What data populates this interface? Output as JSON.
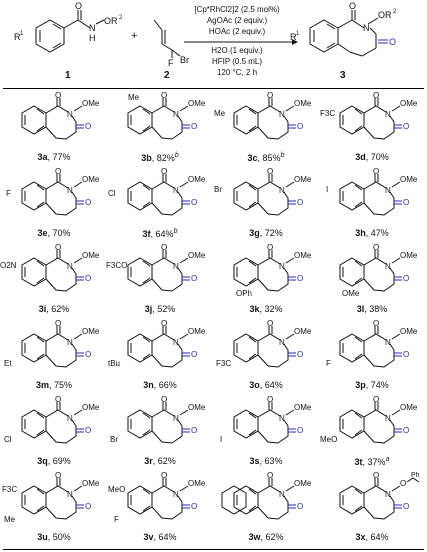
{
  "scheme": {
    "reactant1_label": "1",
    "reactant2_label": "2",
    "product_label": "3",
    "r1": "R",
    "r1_sup": "1",
    "or2": "OR",
    "or2_sup": "2",
    "plus": "+",
    "conditions": [
      "[Cp*RhCl2]2 (2.5 mol%)",
      "AgOAc (2 equiv.)",
      "HOAc (2 equiv.)",
      "H2O (1 equiv.)",
      "HFIP (0.5 mL)",
      "120 °C, 2 h"
    ],
    "atom_labels": {
      "O": "O",
      "N": "N",
      "H": "H",
      "F": "F",
      "Br": "Br"
    }
  },
  "compounds": [
    {
      "id": "3a",
      "yield": "77%",
      "note": ""
    },
    {
      "id": "3b",
      "yield": "82%",
      "note": "b"
    },
    {
      "id": "3c",
      "yield": "85%",
      "note": "b"
    },
    {
      "id": "3d",
      "yield": "70%",
      "note": ""
    },
    {
      "id": "3e",
      "yield": "70%",
      "note": ""
    },
    {
      "id": "3f",
      "yield": "64%",
      "note": "b"
    },
    {
      "id": "3g",
      "yield": "72%",
      "note": ""
    },
    {
      "id": "3h",
      "yield": "47%",
      "note": ""
    },
    {
      "id": "3i",
      "yield": "62%",
      "note": ""
    },
    {
      "id": "3j",
      "yield": "52%",
      "note": ""
    },
    {
      "id": "3k",
      "yield": "32%",
      "note": ""
    },
    {
      "id": "3l",
      "yield": "38%",
      "note": ""
    },
    {
      "id": "3m",
      "yield": "75%",
      "note": ""
    },
    {
      "id": "3n",
      "yield": "66%",
      "note": ""
    },
    {
      "id": "3o",
      "yield": "64%",
      "note": ""
    },
    {
      "id": "3p",
      "yield": "74%",
      "note": ""
    },
    {
      "id": "3q",
      "yield": "69%",
      "note": ""
    },
    {
      "id": "3r",
      "yield": "62%",
      "note": ""
    },
    {
      "id": "3s",
      "yield": "63%",
      "note": ""
    },
    {
      "id": "3t",
      "yield": "37%",
      "note": "a"
    },
    {
      "id": "3u",
      "yield": "50%",
      "note": ""
    },
    {
      "id": "3v",
      "yield": "64%",
      "note": ""
    },
    {
      "id": "3w",
      "yield": "62%",
      "note": ""
    },
    {
      "id": "3x",
      "yield": "64%",
      "note": ""
    }
  ],
  "substituents": {
    "3b": "Me",
    "3c": "Me",
    "3d": "F3C",
    "3e": "F",
    "3f": "Cl",
    "3g": "Br",
    "3h": "I",
    "3i": "O2N",
    "3j": "F3CO",
    "3k": "OPh",
    "3l": "OMe",
    "3m": "Et",
    "3n": "tBu",
    "3o": "F3C",
    "3p": "F",
    "3q": "Cl",
    "3r": "Br",
    "3s": "I",
    "3t": "MeO",
    "3u_1": "F3C",
    "3u_2": "Me",
    "3v_1": "MeO",
    "3v_2": "F"
  },
  "groups": {
    "ome": "OMe",
    "ph": "Ph",
    "o": "O",
    "n": "N"
  },
  "colors": {
    "carbonyl_o": "#2a2ab0",
    "ink": "#111111"
  }
}
